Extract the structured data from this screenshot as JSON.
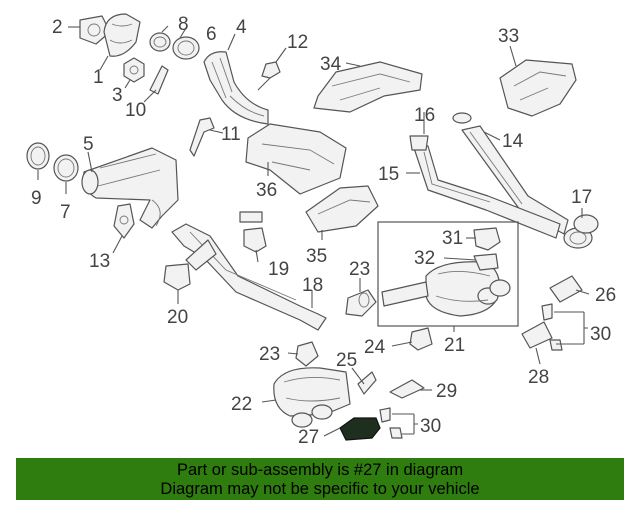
{
  "diagram": {
    "callouts": [
      "1",
      "2",
      "3",
      "4",
      "5",
      "6",
      "7",
      "8",
      "9",
      "10",
      "11",
      "12",
      "13",
      "14",
      "15",
      "16",
      "17",
      "18",
      "19",
      "20",
      "21",
      "22",
      "23",
      "23",
      "24",
      "25",
      "26",
      "27",
      "28",
      "29",
      "30",
      "30",
      "31",
      "32",
      "33",
      "34",
      "35",
      "36"
    ],
    "highlighted_part": "27"
  },
  "banner": {
    "line1": "Part or sub-assembly is #27 in diagram",
    "line2": "Diagram may not be specific to your vehicle",
    "color": "#2e7d0e"
  }
}
